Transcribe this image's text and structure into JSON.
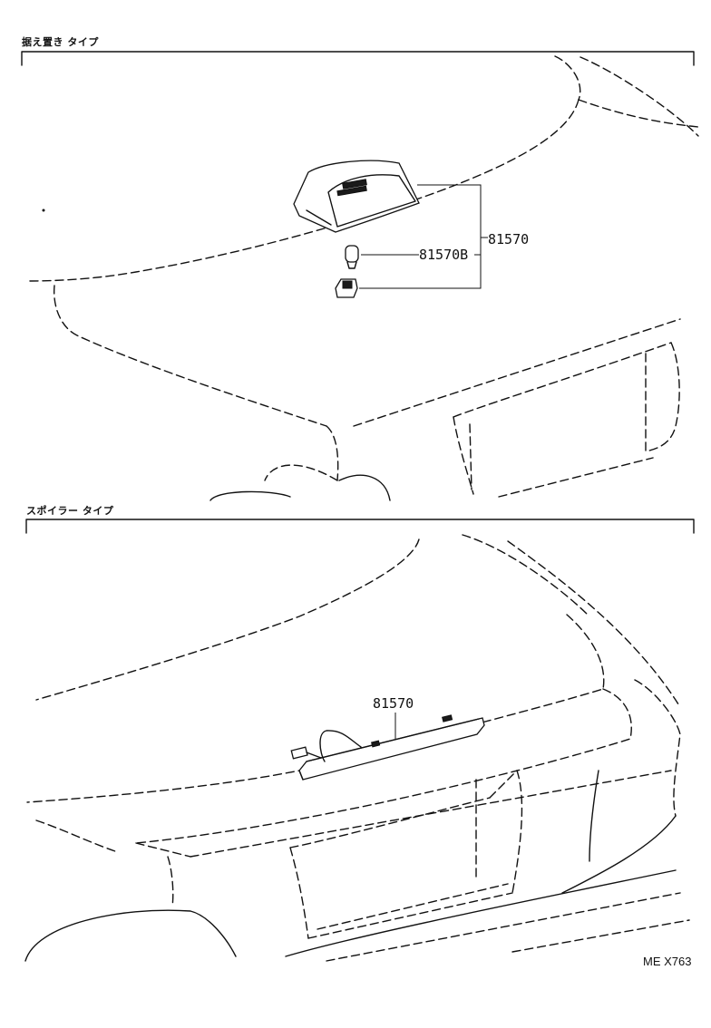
{
  "sections": [
    {
      "title": "据え置き タイプ",
      "callouts": [
        "81570",
        "81570B"
      ]
    },
    {
      "title": "スポイラー タイプ",
      "callouts": [
        "81570"
      ]
    }
  ],
  "reference": "ME X763",
  "colors": {
    "line": "#111111",
    "background": "#ffffff"
  }
}
